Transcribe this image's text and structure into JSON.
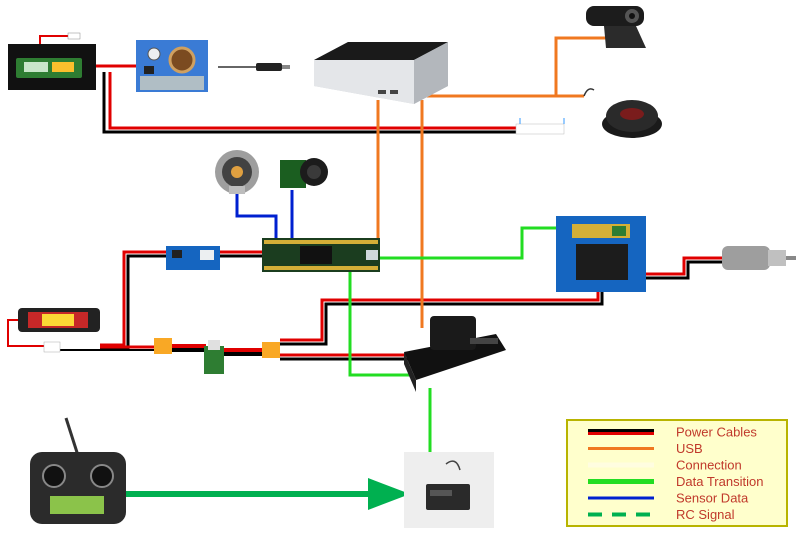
{
  "colors": {
    "power_red": "#e00000",
    "power_black": "#000000",
    "usb": "#f07820",
    "connection_green": "#22dd22",
    "data_green": "#00b050",
    "sensor_blue": "#0020d0",
    "legend_bg": "#ffffcc",
    "legend_border": "#b8b400",
    "legend_text": "#c0392b"
  },
  "components": {
    "lipo_battery": "lipo-battery",
    "buck_converter": "buck-converter",
    "dc_plug": "dc-barrel-plug",
    "mini_pc": "intel-nuc-mini-pc",
    "webcam": "usb-webcam",
    "usb_speaker": "usb-speaker-puck",
    "encoder_motor_sensor": "wheel-encoder",
    "ultrasonic_sensor": "ultrasonic-sensor",
    "teensy_board": "teensy-microcontroller",
    "voltage_regulator": "voltage-regulator-board",
    "nimh_battery": "nimh-battery-pack",
    "power_module": "power-module-connector",
    "motor_driver": "motor-driver-board",
    "dc_gear_motor": "dc-gear-motor",
    "flight_controller": "pixhawk-flight-controller",
    "rc_transmitter": "rc-transmitter",
    "rc_receiver": "rc-receiver"
  },
  "legend": {
    "items": [
      {
        "label": "Power Cables",
        "style": "power"
      },
      {
        "label": "USB",
        "style": "usb"
      },
      {
        "label": "Connection",
        "style": "connection"
      },
      {
        "label": "Data Transition",
        "style": "data"
      },
      {
        "label": "Sensor Data",
        "style": "sensor"
      },
      {
        "label": "RC Signal",
        "style": "rc"
      }
    ]
  }
}
